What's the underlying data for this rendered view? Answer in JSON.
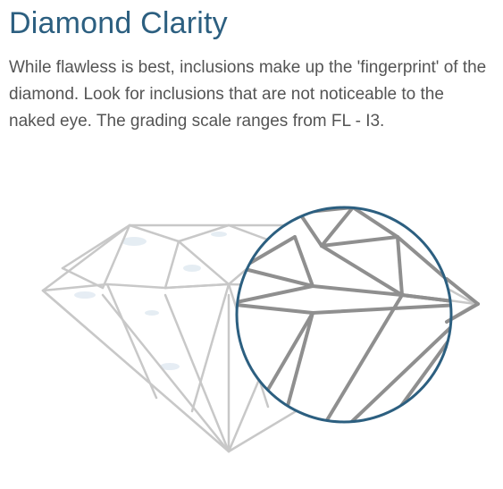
{
  "heading": {
    "title": "Diamond Clarity"
  },
  "body": {
    "description": "While flawless is best, inclusions make up the 'fingerprint' of the diamond. Look for inclusions that are not noticeable to the naked eye. The grading scale ranges from FL - I3."
  },
  "illustration": {
    "subject": "diamond-side-profile-with-magnifier",
    "colors": {
      "diamond_outline": "#c8c8c8",
      "magnified_facets": "#8f8f8f",
      "magnifier_ring": "#2c5f80",
      "inclusion_tint": "#dbe6ef"
    }
  }
}
